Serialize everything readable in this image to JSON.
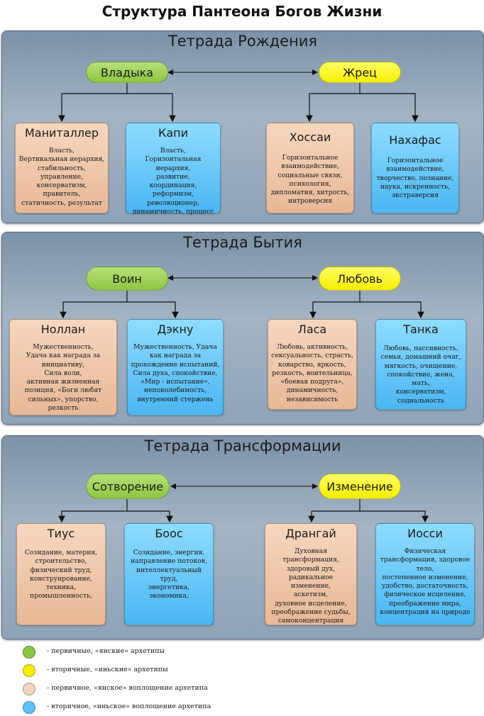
{
  "title": "Структура Пантеона Богов Жизни",
  "colors": {
    "green": "#8dc542",
    "yellow": "#f5ee00",
    "tan": "#e7b897",
    "blue": "#4ab6f2",
    "panel": "#8fa3b8"
  },
  "sections": [
    {
      "title": "Тетрада Рождения",
      "left_pill": "Владыка",
      "right_pill": "Жрец",
      "boxes": [
        {
          "title": "Маниталлер",
          "text": "Власть,\nВертикальная иерархия,\nстабильность,\nуправление,\nконсерватизм,\nправитель,\nстатичность, результат"
        },
        {
          "title": "Капи",
          "text": "Власть,\nГоризонтальная иерархия,\nразвитие,\nкоординация,\nреформизм,\nреволюционер,\nдинамичность, процесс"
        },
        {
          "title": "Хоссаи",
          "text": "Горизонтальное\nвзаимодействие,\nсоциальные связи,\nпсихология,\nдипломатия, хитрость,\nинтроверсия"
        },
        {
          "title": "Нахафас",
          "text": "Горизонтальное\nвзаимодействие,\nтворчество, познание,\nнаука, искренность,\nэкстраверсия"
        }
      ]
    },
    {
      "title": "Тетрада Бытия",
      "left_pill": "Воин",
      "right_pill": "Любовь",
      "boxes": [
        {
          "title": "Ноллан",
          "text": "Мужественность,\nУдача как награда за\nинициативу,\nСила воли,\nактивная жизненная\nпозиция, «Боги любят\nсильных», упорство, резкость"
        },
        {
          "title": "Дэкну",
          "text": "Мужественность, Удача\nкак награда за\nпрохождение испытаний,\nСила духа, спокойствие,\n«Мир - испытание»,\nнепоколебимость,\nвнутренний стержень"
        },
        {
          "title": "Ласа",
          "text": "Любовь, активность,\nсексуальность, страсть,\nковарство, яркость,\nрезкость, воительница,\n«боевая подруга»,\nдинамичность,\nнезависимость"
        },
        {
          "title": "Танка",
          "text": "Любовь, пассивность,\nсемья, домашний очаг,\nмягкость, очищение,\nспокойствие, жена, мать,\nконсерватизм,\nсоциальность"
        }
      ]
    },
    {
      "title": "Тетрада Трансформации",
      "left_pill": "Сотворение",
      "right_pill": "Изменение",
      "boxes": [
        {
          "title": "Тиус",
          "text": "Созидание, материя,\nстроительство,\nфизический труд,\nконструирование,\nтехника,\nпромышленность,"
        },
        {
          "title": "Боос",
          "text": "Созидание, энергия,\nнаправление потоков,\nинтеллектуальный\nтруд,\nэнергетика, экономика,"
        },
        {
          "title": "Дрангай",
          "text": "Духовная\nтрансформация,\nздоровый дух,\nрадикальное изменение,\nаскетизм,\nдуховное исцеление,\nпреображение судьбы,\nсамоконцентрация"
        },
        {
          "title": "Иосси",
          "text": "Физическая\nтрансформация, здоровое\nтело,\nпостепенное изменение,\nудобство, достаточность,\nфизическое исцеление,\nпреображение мира,\nконцентрация на природе"
        }
      ]
    }
  ],
  "legend": [
    {
      "color": "#8dc542",
      "text": "- первичные, «янские» архетипы"
    },
    {
      "color": "#f5ee00",
      "text": "- вторичные, «иньские» архетипы"
    },
    {
      "color": "#f3d5c0",
      "text": "- первичное, «янское» воплощение архетипа"
    },
    {
      "color": "#5cc2f5",
      "text": "- вторичное, «иньское» воплощение архетипа"
    }
  ]
}
